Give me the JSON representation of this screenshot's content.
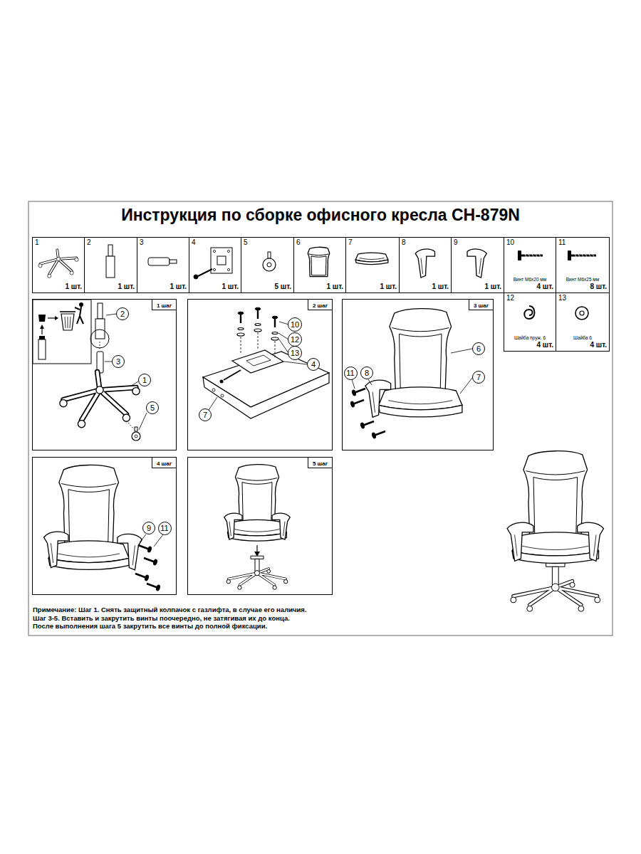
{
  "diagram": {
    "title": "Инструкция по сборке офисного кресла CH-879N",
    "nodes": [
      {
        "text": [
          "1",
          "1 шт."
        ]
      },
      {
        "text": [
          "2",
          "1 шт."
        ]
      },
      {
        "text": [
          "3",
          "1 шт."
        ]
      },
      {
        "text": [
          "4",
          "1 шт."
        ]
      },
      {
        "text": [
          "5",
          "5 шт."
        ]
      },
      {
        "text": [
          "6",
          "1 шт."
        ]
      },
      {
        "text": [
          "7",
          "1 шт."
        ]
      },
      {
        "text": [
          "8",
          "1 шт."
        ]
      },
      {
        "text": [
          "9",
          "1 шт."
        ]
      },
      {
        "text": [
          "10",
          "Винт М6х20 мм",
          "4 шт."
        ]
      },
      {
        "text": [
          "11",
          "Винт М6х25 мм",
          "8 шт."
        ]
      },
      {
        "text": [
          "12",
          "Шайба пруж. 6",
          "4 шт."
        ]
      },
      {
        "text": [
          "13",
          "Шайба 6",
          "4 шт."
        ]
      },
      {
        "text": [
          "1 шаг"
        ]
      },
      {
        "text": [
          "2"
        ],
        "in": 13
      },
      {
        "text": [
          "3"
        ],
        "in": 13
      },
      {
        "text": [
          "1"
        ],
        "in": 13
      },
      {
        "text": [
          "5"
        ],
        "in": 13
      },
      {
        "text": [
          "2 шаг"
        ]
      },
      {
        "text": [
          "10"
        ],
        "in": 18
      },
      {
        "text": [
          "12"
        ],
        "in": 18
      },
      {
        "text": [
          "13"
        ],
        "in": 18
      },
      {
        "text": [
          "4"
        ],
        "in": 18
      },
      {
        "text": [
          "7"
        ],
        "in": 18
      },
      {
        "text": [
          "3 шаг"
        ]
      },
      {
        "text": [
          "11"
        ],
        "in": 24
      },
      {
        "text": [
          "8"
        ],
        "in": 24
      },
      {
        "text": [
          "6"
        ],
        "in": 24
      },
      {
        "text": [
          "7"
        ],
        "in": 24
      },
      {
        "text": [
          "4 шаг"
        ]
      },
      {
        "text": [
          "9"
        ],
        "in": 29
      },
      {
        "text": [
          "11"
        ],
        "in": 29
      },
      {
        "text": [
          "5 шаг"
        ]
      }
    ],
    "labels": [
      "Примечание: Шаг 1. Снять защитный колпачок с газлифта, в случае его наличия.",
      "Шаг 3-5. Вставить и закрутить винты поочередно, не затягивая их до конца.",
      "После выполнения шага 5 закрутить все винты до полной фиксации."
    ]
  }
}
